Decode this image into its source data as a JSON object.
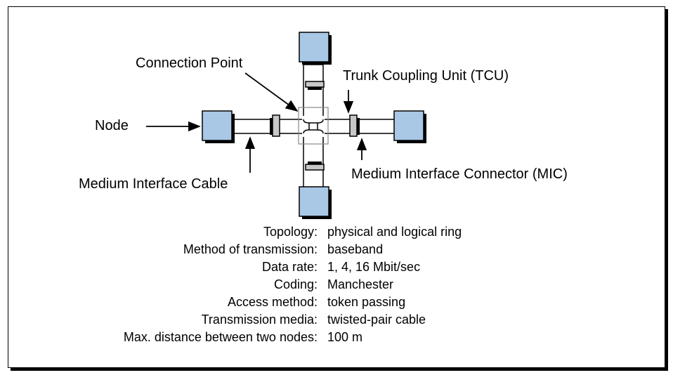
{
  "labels": {
    "connection_point": "Connection Point",
    "tcu": "Trunk Coupling Unit (TCU)",
    "node": "Node",
    "mic": "Medium Interface Connector (MIC)",
    "cable": "Medium Interface Cable"
  },
  "specs": [
    {
      "key": "Topology:",
      "value": "physical and logical ring"
    },
    {
      "key": "Method of transmission:",
      "value": "baseband"
    },
    {
      "key": "Data rate:",
      "value": "1, 4, 16 Mbit/sec"
    },
    {
      "key": "Coding:",
      "value": "Manchester"
    },
    {
      "key": "Access method:",
      "value": "token passing"
    },
    {
      "key": "Transmission media:",
      "value": "twisted-pair cable"
    },
    {
      "key": "Max. distance between two nodes:",
      "value": "100 m"
    }
  ],
  "colors": {
    "node_fill": "#a9c8e6",
    "connector_fill": "#c8c8c8"
  }
}
